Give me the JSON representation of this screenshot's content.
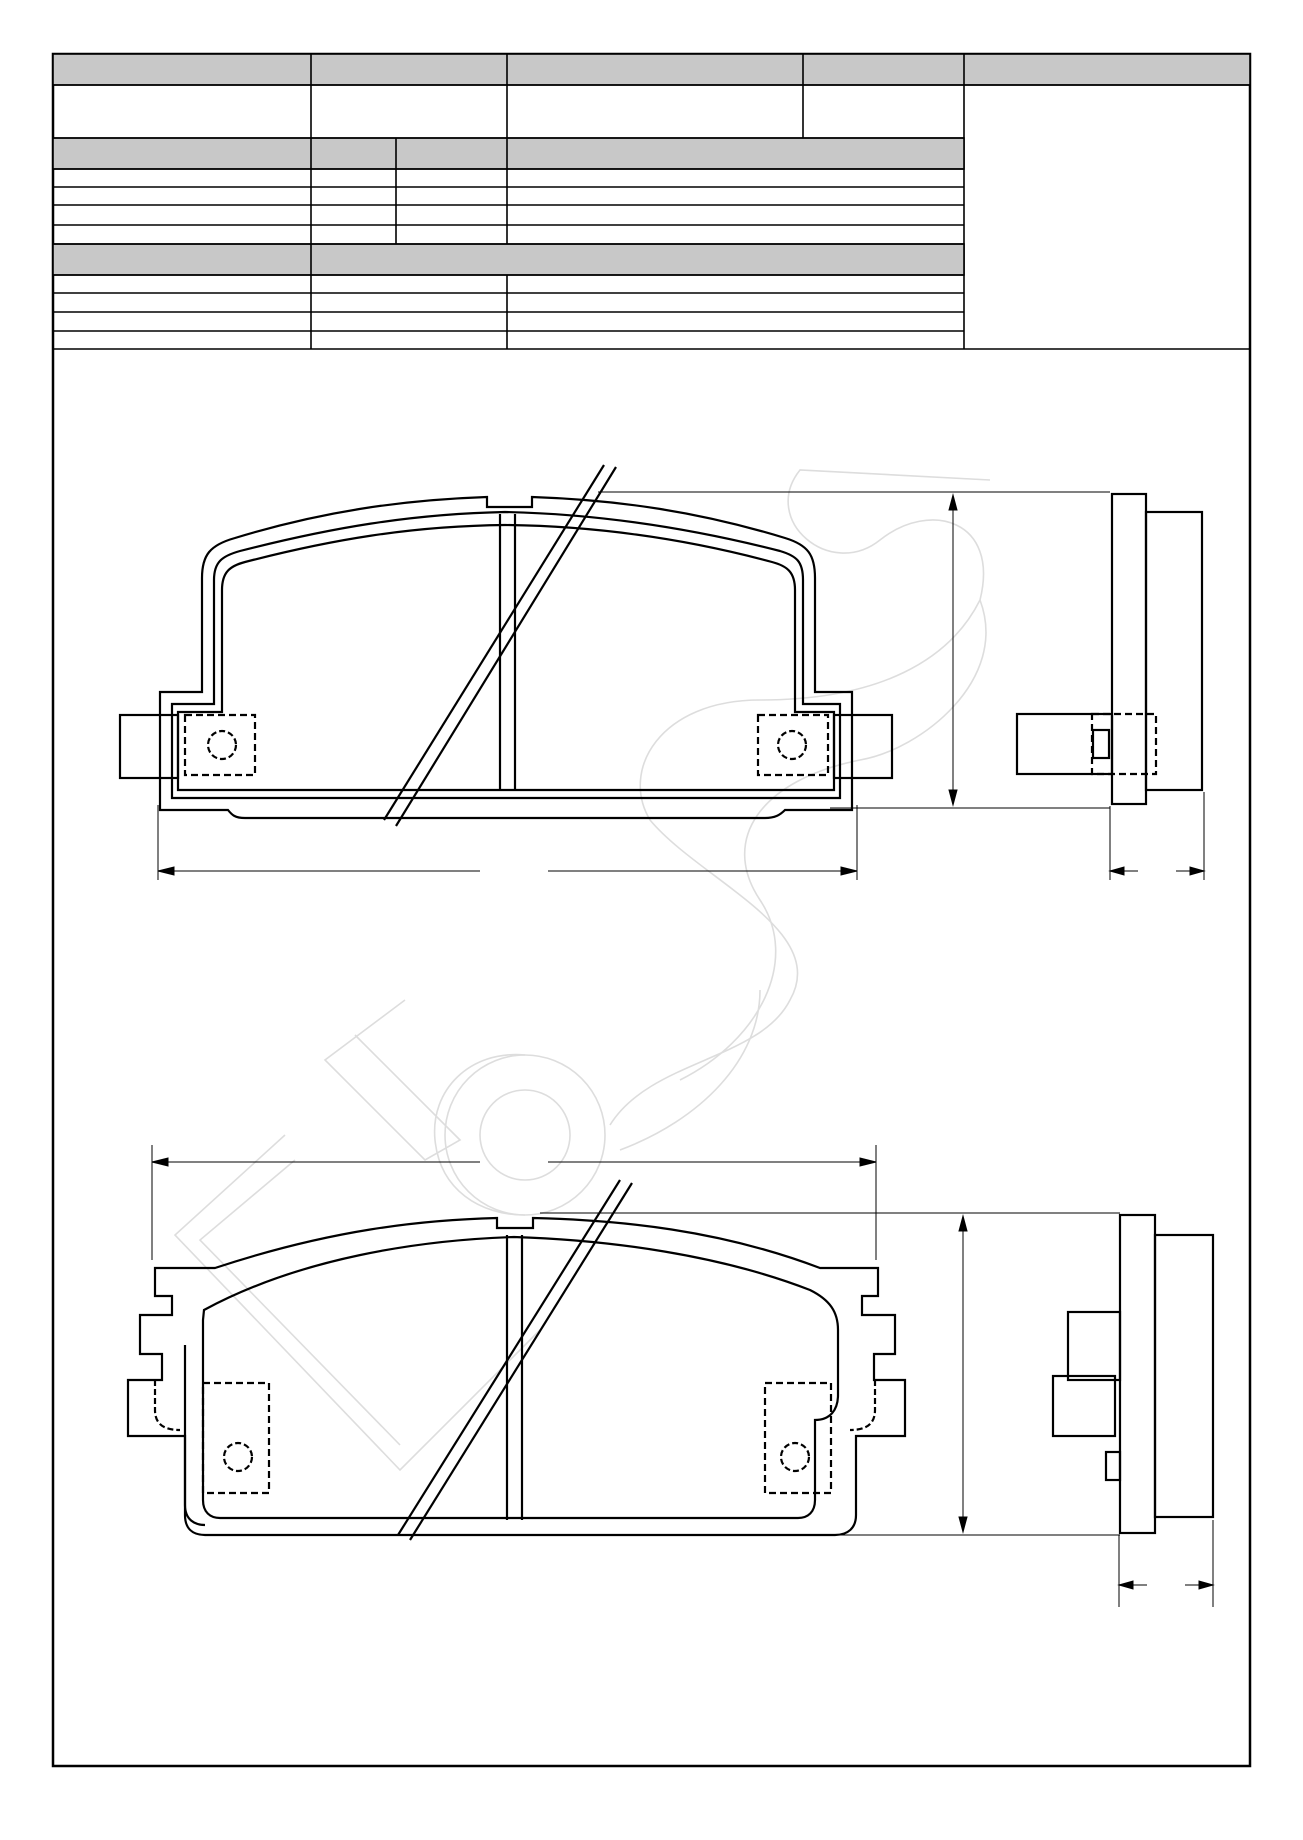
{
  "sheet": {
    "description_header": "",
    "brand_header": "",
    "code_header": "",
    "qty_header": "",
    "picture_header": ""
  },
  "colors": {
    "ink": "#000000",
    "header_fill": "#c8c8c8",
    "watermark": "#dddddd"
  },
  "drawing": {
    "views": [
      "pad-1-front",
      "pad-1-side",
      "pad-2-front",
      "pad-2-side"
    ],
    "watermark_icon": "logo-watermark-icon"
  }
}
